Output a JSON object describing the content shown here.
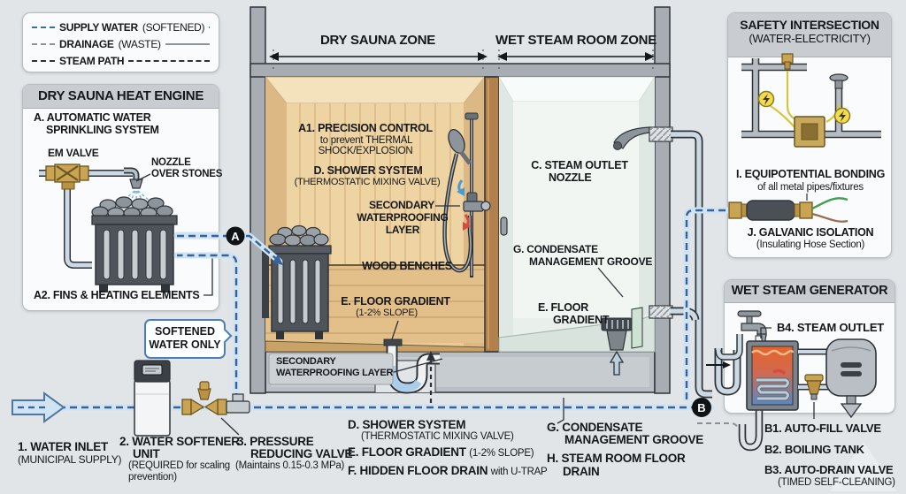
{
  "colors": {
    "background": "#e1e5e8",
    "panel": "#fafbfc",
    "titlebar": "#c9cdd1",
    "ink": "#15181a",
    "supply_line": "#3a6da0",
    "drain_line": "#8e9398",
    "steam_line": "#2c3237",
    "hot": "#d84b3e",
    "cold": "#4a9ad4",
    "brass": "#c9a453",
    "wood": "#eed3a3",
    "tile": "#edf3f0"
  },
  "legend": {
    "supply": "SUPPLY WATER",
    "supply_sub": "(SOFTENED)",
    "drain": "DRAINAGE",
    "drain_sub": "(WASTE)",
    "steam": "STEAM PATH"
  },
  "zones": {
    "dry": "DRY SAUNA ZONE",
    "wet": "WET STEAM ROOM ZONE"
  },
  "heat_engine": {
    "title": "DRY SAUNA HEAT ENGINE",
    "a_line1": "A. AUTOMATIC WATER",
    "a_line2": "SPRINKLING SYSTEM",
    "em_valve": "EM VALVE",
    "nozzle_line1": "NOZZLE",
    "nozzle_line2": "OVER STONES",
    "a2": "A2. FINS & HEATING ELEMENTS"
  },
  "sauna": {
    "a1": "A1. PRECISION CONTROL",
    "a1_sub1": "to prevent THERMAL",
    "a1_sub2": "SHOCK/EXPLOSION",
    "shower": "D. SHOWER SYSTEM",
    "shower_sub": "(THERMOSTATIC MIXING VALVE)",
    "wp1": "SECONDARY",
    "wp2": "WATERPROOFING",
    "wp3": "LAYER",
    "benches": "WOOD BENCHES",
    "floor": "E. FLOOR GRADIENT",
    "floor_sub": "(1-2% SLOPE)"
  },
  "steam_room": {
    "outlet1": "C. STEAM OUTLET",
    "outlet2": "NOZZLE",
    "cond1": "G. CONDENSATE",
    "cond2": "MANAGEMENT GROOVE",
    "floor1": "E. FLOOR",
    "floor2": "GRADIENT"
  },
  "safety": {
    "title1": "SAFETY INTERSECTION",
    "title2": "(WATER-ELECTRICITY)",
    "bonding": "I. EQUIPOTENTIAL BONDING",
    "bonding_sub": "of all metal pipes/fixtures",
    "isolation": "J. GALVANIC ISOLATION",
    "isolation_sub": "(Insulating Hose Section)"
  },
  "generator": {
    "title": "WET STEAM GENERATOR",
    "b4": "B4. STEAM OUTLET",
    "b1": "B1. AUTO-FILL VALVE",
    "b2": "B2. BOILING TANK",
    "b3": "B3. AUTO-DRAIN VALVE",
    "b3_sub": "(TIMED SELF-CLEANING)"
  },
  "supply_chain": {
    "inlet": "1. WATER INLET",
    "inlet_sub": "(MUNICIPAL SUPPLY)",
    "softener1": "2. WATER SOFTENER",
    "softener2": "UNIT",
    "softener_sub1": "(REQUIRED for scaling",
    "softener_sub2": "prevention)",
    "prv1": "3. PRESSURE",
    "prv2": "REDUCING VALVE",
    "prv_sub": "(Maintains 0.15-0.3 MPa)",
    "softened1": "SOFTENED",
    "softened2": "WATER ONLY"
  },
  "footnotes": {
    "shower": "D. SHOWER SYSTEM",
    "shower_sub": "(THERMOSTATIC MIXING VALVE)",
    "floor": "E. FLOOR GRADIENT",
    "floor_sub": "(1-2% SLOPE)",
    "drain": "F. HIDDEN FLOOR DRAIN",
    "drain_sub": "with U-TRAP",
    "cond1": "G. CONDENSATE",
    "cond2": "MANAGEMENT GROOVE",
    "sr_drain1": "H. STEAM ROOM FLOOR",
    "sr_drain2": "DRAIN",
    "wp1": "SECONDARY",
    "wp2": "WATERPROOFING LAYER"
  },
  "markers": {
    "a": "A",
    "b": "B"
  }
}
